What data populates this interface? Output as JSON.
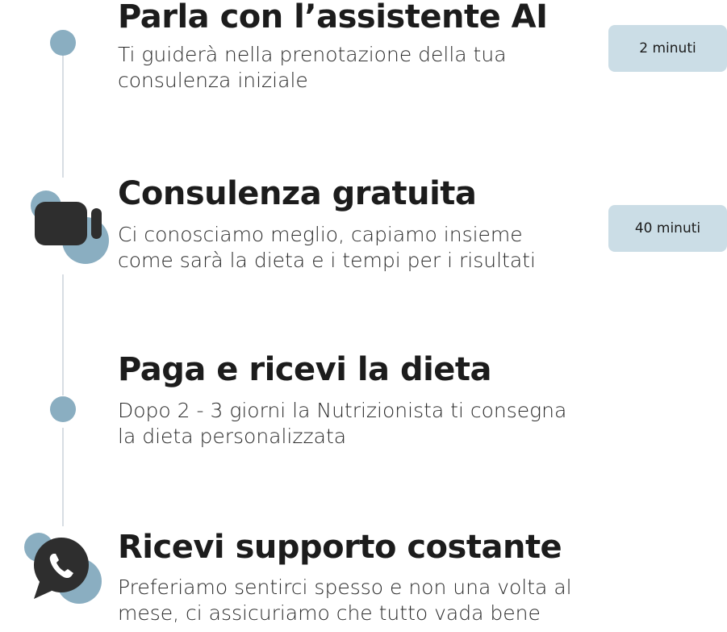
{
  "colors": {
    "accent_dot": "#8aaec1",
    "badge_bg": "#cbdde6",
    "timeline": "#d7dde3",
    "icon_dark": "#2e2e2e"
  },
  "steps": [
    {
      "title": "Parla con l’assistente AI",
      "desc_line1": "Ti guiderà nella prenotazione della tua",
      "desc_line2": "consulenza iniziale",
      "badge": "2 minuti",
      "icon": "dot"
    },
    {
      "title": "Consulenza gratuita",
      "desc_line1": "Ci conosciamo meglio, capiamo insieme",
      "desc_line2": "come sarà la dieta e i tempi per i risultati",
      "badge": "40 minuti",
      "icon": "video-camera-icon"
    },
    {
      "title": "Paga e ricevi la dieta",
      "desc_line1": "Dopo 2 - 3 giorni la Nutrizionista ti consegna",
      "desc_line2": "la dieta personalizzata",
      "icon": "dot"
    },
    {
      "title": "Ricevi supporto costante",
      "desc_line1": "Preferiamo sentirci spesso e non una volta al",
      "desc_line2": "mese, ci assicuriamo che tutto vada bene",
      "icon": "whatsapp-icon"
    }
  ]
}
